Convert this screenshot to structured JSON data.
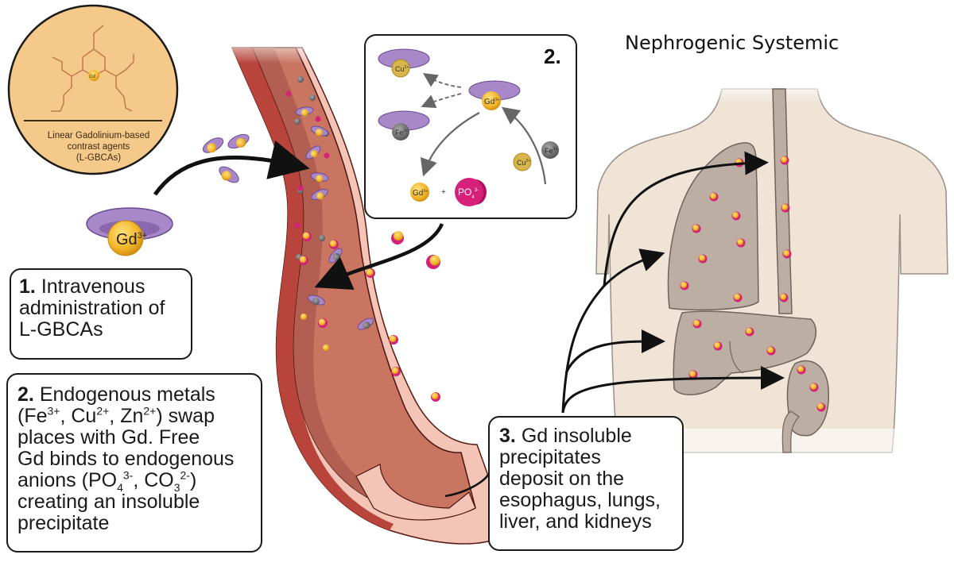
{
  "title": "Nephrogenic Systemic",
  "molecule_card": {
    "caption_lines": [
      "Linear Gadolinium-based",
      "contrast agents",
      "(L-GBCAs)"
    ],
    "center_label": "Gd",
    "colors": {
      "fill": "#f5c98a",
      "border": "#1a1a1a",
      "bond": "#c07a50"
    }
  },
  "agent_label": {
    "symbol": "Gd",
    "charge": "3+"
  },
  "inset": {
    "number": "2.",
    "ions": {
      "cu": {
        "symbol": "Cu",
        "charge": "2+"
      },
      "fe": {
        "symbol": "Fe",
        "charge": "3+"
      },
      "gd": {
        "symbol": "Gd",
        "charge": "3+"
      },
      "po4": {
        "symbol": "PO",
        "subscript": "4",
        "charge": "3-"
      },
      "plus": "+"
    }
  },
  "steps": [
    {
      "number": "1.",
      "lines": [
        "Intravenous",
        "administration of",
        "L-GBCAs"
      ]
    },
    {
      "number": "2.",
      "line1": "Endogenous metals",
      "line2": {
        "open": "(Fe",
        "fe_charge": "3+",
        "sep1": ", Cu",
        "cu_charge": "2+",
        "sep2": ", Zn",
        "zn_charge": "2+",
        "close": ") swap"
      },
      "line3": "places with Gd. Free",
      "line4": "Gd binds to endogenous",
      "line5": {
        "open": "anions (PO",
        "po_sub": "4",
        "po_charge": "3-",
        "sep": ", CO",
        "co_sub": "3",
        "co_charge": "2-",
        "close": ")"
      },
      "line6": "creating an insoluble",
      "line7": "precipitate"
    },
    {
      "number": "3.",
      "lines": [
        "Gd insoluble",
        "precipitates",
        "deposit on the",
        "esophagus, lungs,",
        "liver, and kidneys"
      ]
    }
  ],
  "colors": {
    "vessel_outer": "#f4c4b6",
    "vessel_wall": "#c0504a",
    "vessel_lumen": "#c97562",
    "vessel_lumen_dark": "#b25e50",
    "gd_gold": "#f2b42a",
    "precipitate_magenta": "#d6207a",
    "chelate_purple": "#a888c8",
    "metal_gray": "#7a7a7a",
    "body_skin": "#efe4d6",
    "organ": "#bcaea2"
  },
  "body_organs": [
    "esophagus",
    "lungs",
    "liver",
    "kidneys"
  ]
}
